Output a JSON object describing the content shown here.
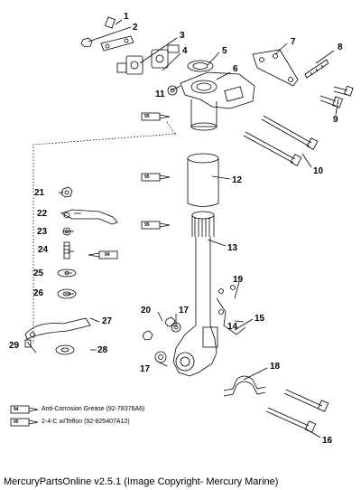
{
  "callouts": [
    "1",
    "2",
    "3",
    "4",
    "5",
    "6",
    "7",
    "8",
    "9",
    "10",
    "11",
    "12",
    "13",
    "14",
    "15",
    "16",
    "17",
    "17",
    "18",
    "19",
    "20",
    "21",
    "22",
    "23",
    "24",
    "25",
    "26",
    "27",
    "28",
    "29"
  ],
  "lube_tubes": [
    "95",
    "95",
    "95",
    "94",
    "94",
    "95"
  ],
  "legend": [
    {
      "code": "94",
      "text": "Anti-Corrosion Grease (92-78376A6)"
    },
    {
      "code": "95",
      "text": "2-4-C w/Teflon (92-825407A12)"
    }
  ],
  "footer": "MercuryPartsOnline v2.5.1 (Image Copyright- Mercury Marine)"
}
